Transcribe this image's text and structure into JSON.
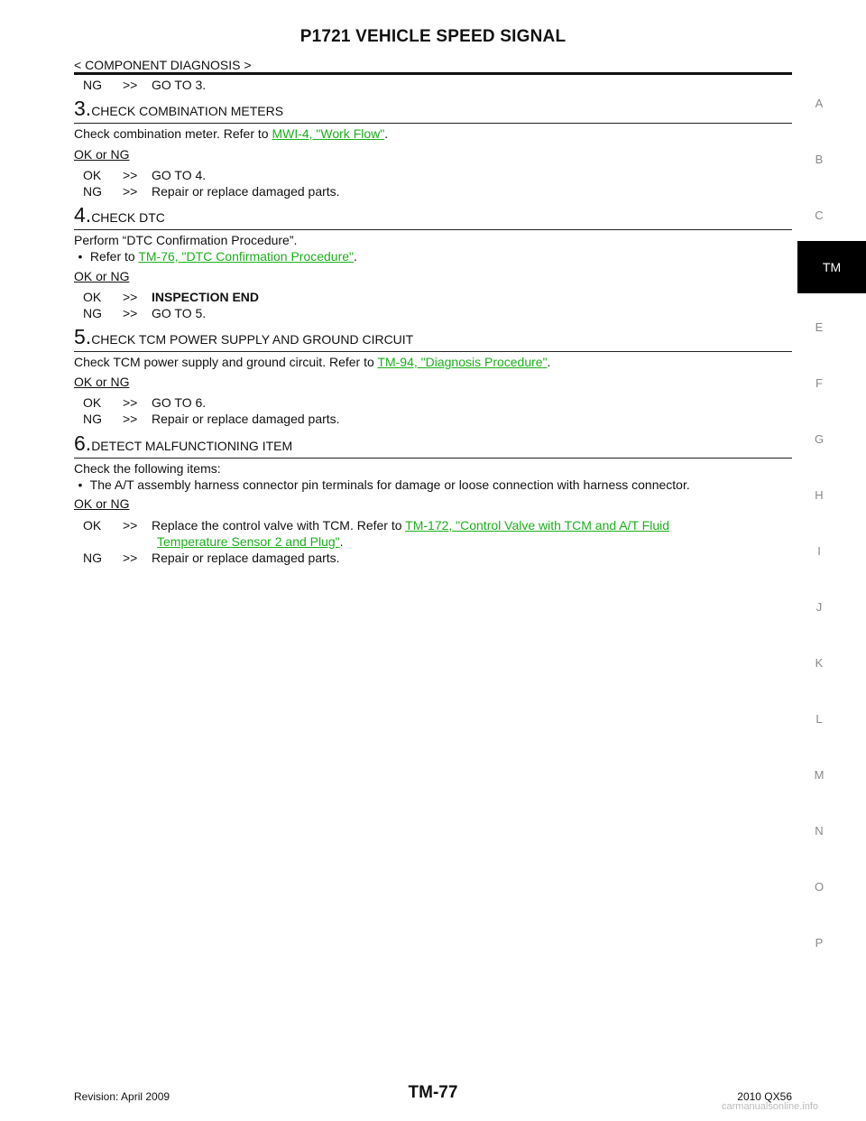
{
  "header": {
    "title": "P1721 VEHICLE SPEED SIGNAL",
    "breadcrumb": "< COMPONENT DIAGNOSIS >"
  },
  "top_result": {
    "label": "NG",
    "arrow": ">>",
    "text": "GO TO 3."
  },
  "okng_label": "OK or NG",
  "steps": [
    {
      "num": "3.",
      "heading": "CHECK COMBINATION METERS",
      "body_prefix": "Check combination meter. Refer to ",
      "link": "MWI-4, \"Work Flow\"",
      "body_suffix": ".",
      "ok": {
        "label": "OK",
        "arrow": ">>",
        "text": "GO TO 4."
      },
      "ng": {
        "label": "NG",
        "arrow": ">>",
        "text": "Repair or replace damaged parts."
      }
    },
    {
      "num": "4.",
      "heading": "CHECK DTC",
      "body_line1": "Perform “DTC Confirmation Procedure”.",
      "bullet": "•",
      "body_prefix": "Refer to ",
      "link": "TM-76, \"DTC Confirmation Procedure\"",
      "body_suffix": ".",
      "ok": {
        "label": "OK",
        "arrow": ">>",
        "text": "INSPECTION END"
      },
      "ng": {
        "label": "NG",
        "arrow": ">>",
        "text": "GO TO 5."
      }
    },
    {
      "num": "5.",
      "heading": "CHECK TCM POWER SUPPLY AND GROUND CIRCUIT",
      "body_prefix": "Check TCM power supply and ground circuit. Refer to ",
      "link": "TM-94, \"Diagnosis Procedure\"",
      "body_suffix": ".",
      "ok": {
        "label": "OK",
        "arrow": ">>",
        "text": "GO TO 6."
      },
      "ng": {
        "label": "NG",
        "arrow": ">>",
        "text": "Repair or replace damaged parts."
      }
    },
    {
      "num": "6.",
      "heading": "DETECT MALFUNCTIONING ITEM",
      "body_line1": "Check the following items:",
      "bullet": "•",
      "bullet_text": "The A/T assembly harness connector pin terminals for damage or loose connection with harness connector.",
      "ok": {
        "label": "OK",
        "arrow": ">>",
        "prefix": "Replace the control valve with TCM. Refer to ",
        "link_line1": "TM-172, \"Control Valve with TCM and A/T Fluid",
        "link_line2": "Temperature Sensor 2 and Plug\"",
        "suffix": "."
      },
      "ng": {
        "label": "NG",
        "arrow": ">>",
        "text": "Repair or replace damaged parts."
      }
    }
  ],
  "side_index": [
    "A",
    "B",
    "C",
    "TM",
    "E",
    "F",
    "G",
    "H",
    "I",
    "J",
    "K",
    "L",
    "M",
    "N",
    "O",
    "P"
  ],
  "footer": {
    "revision": "Revision: April 2009",
    "page": "TM-77",
    "model": "2010 QX56",
    "watermark": "carmanualsonline.info"
  }
}
